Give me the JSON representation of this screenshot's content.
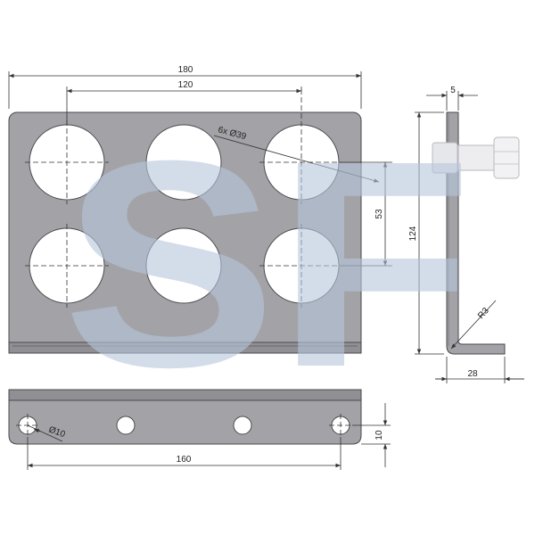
{
  "drawing": {
    "dimensions": {
      "overall_width": "180",
      "hole_spacing_horizontal": "120",
      "hole_callout": "6x Ø39",
      "hole_spacing_vertical": "53",
      "overall_height": "124",
      "thickness": "5",
      "bend_radius": "R3",
      "flange_length": "28",
      "flange_hole_spacing": "160",
      "flange_hole_callout": "Ø10",
      "flange_hole_offset": "10"
    },
    "watermark": "SF",
    "colors": {
      "plate": "#a3a3a7",
      "plate_edge": "#4a4a4f",
      "watermark": "#b7c6dc",
      "dimension": "#333333"
    }
  }
}
